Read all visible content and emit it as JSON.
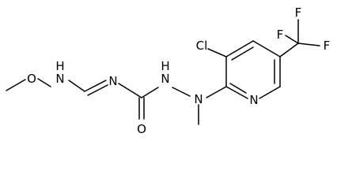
{
  "molecule": {
    "atoms": {
      "methoxy_o": "O",
      "amine_nh": "H\nN",
      "imine_n": "N",
      "carbonyl_o": "O",
      "hydrazide_nh": "H\nN",
      "methylated_n": "N",
      "ring_n": "N",
      "chlorine": "Cl",
      "f_top": "F",
      "f_left": "F",
      "f_right": "F"
    }
  }
}
